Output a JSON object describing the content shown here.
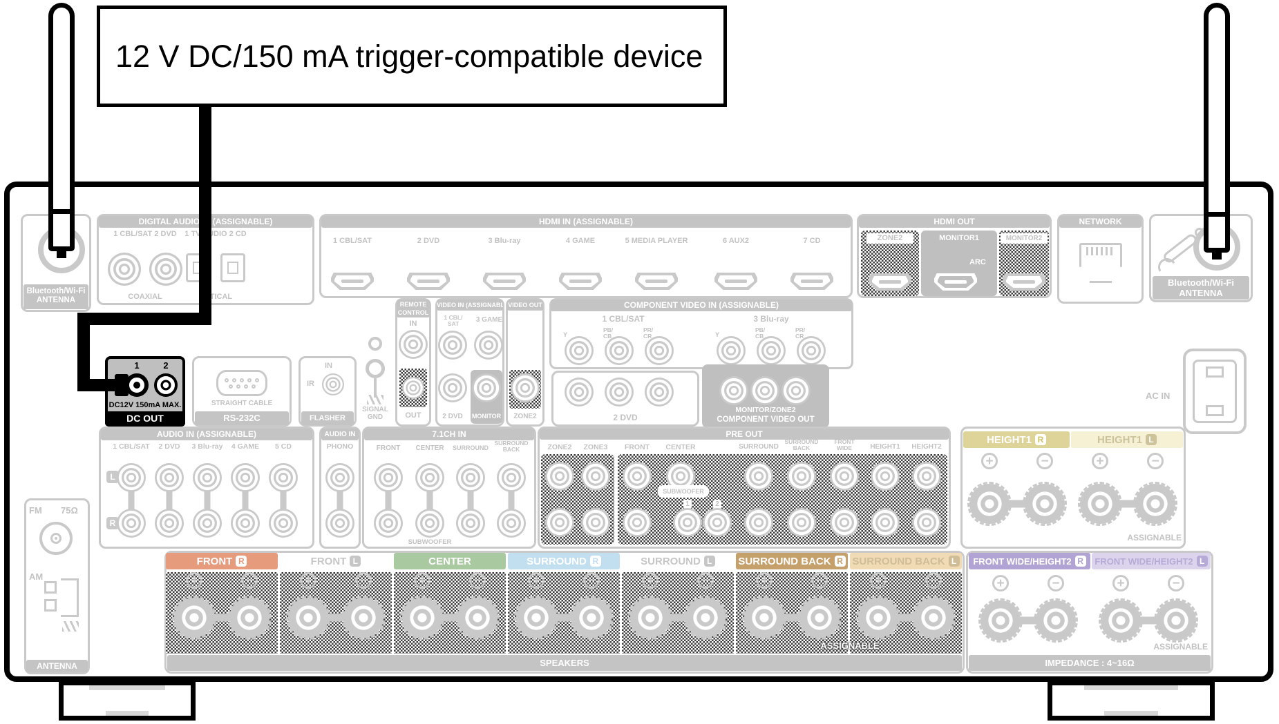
{
  "callout": {
    "label": "12 V DC/150 mA trigger-compatible device"
  },
  "sections": {
    "digital_audio_in": {
      "title": "DIGITAL AUDIO IN (ASSIGNABLE)",
      "coax_group": "1 CBL/SAT  2 DVD",
      "optical_group": "1 TV AUDIO  2 CD",
      "coaxial": "COAXIAL",
      "optical": "OPTICAL"
    },
    "hdmi_in": {
      "title": "HDMI IN (ASSIGNABLE)",
      "ports": [
        "1 CBL/SAT",
        "2 DVD",
        "3 Blu-ray",
        "4 GAME",
        "5 MEDIA PLAYER",
        "6 AUX2",
        "7 CD"
      ]
    },
    "hdmi_out": {
      "title": "HDMI OUT",
      "zone2": "ZONE2",
      "monitor1": "MONITOR1",
      "arc": "ARC",
      "monitor2": "MONITOR2"
    },
    "network": {
      "title": "NETWORK"
    },
    "bt_antenna": {
      "line1": "Bluetooth/Wi-Fi",
      "line2": "ANTENNA"
    },
    "dc_out": {
      "jack1": "1",
      "jack2": "2",
      "rating": "DC12V 150mA MAX.",
      "title": "DC OUT"
    },
    "rs232c": {
      "cable": "STRAIGHT CABLE",
      "title": "RS-232C"
    },
    "flasher": {
      "in": "IN",
      "ir": "IR",
      "title": "FLASHER"
    },
    "signal_gnd": {
      "line1": "SIGNAL",
      "line2": "GND"
    },
    "remote_control": {
      "title_line1": "REMOTE",
      "title_line2": "CONTROL",
      "in": "IN",
      "out": "OUT"
    },
    "video_in": {
      "title": "VIDEO IN (ASSIGNABLE)",
      "cbl_line1": "1 CBL/",
      "cbl_line2": "SAT",
      "game": "3 GAME",
      "dvd": "2 DVD",
      "monitor": "MONITOR"
    },
    "video_out": {
      "title": "VIDEO OUT",
      "zone2": "ZONE2"
    },
    "component_video_in": {
      "title": "COMPONENT VIDEO IN (ASSIGNABLE)",
      "group1": "1 CBL/SAT",
      "group2": "3 Blu-ray",
      "y": "Y",
      "pb1": "PB/",
      "pb2": "CB",
      "pr1": "PR/",
      "pr2": "CR",
      "dvd": "2 DVD"
    },
    "component_video_out": {
      "monitor_zone2": "MONITOR/ZONE2",
      "title": "COMPONENT VIDEO OUT"
    },
    "audio_in": {
      "title": "AUDIO IN (ASSIGNABLE)",
      "cols": [
        "1 CBL/SAT",
        "2 DVD",
        "3 Blu-ray",
        "4 GAME",
        "5 CD"
      ],
      "left": "L",
      "right": "R"
    },
    "phono": {
      "title": "AUDIO IN",
      "label": "PHONO"
    },
    "ch_71": {
      "title": "7.1CH IN",
      "front": "FRONT",
      "center": "CENTER",
      "surround": "SURROUND",
      "surround_back_line1": "SURROUND",
      "surround_back_line2": "BACK",
      "subwoofer": "SUBWOOFER"
    },
    "pre_out": {
      "title": "PRE OUT",
      "zone2": "ZONE2",
      "zone3": "ZONE3",
      "front": "FRONT",
      "center": "CENTER",
      "subwoofer": "SUBWOOFER",
      "sub_1": "1",
      "sub_2": "2",
      "surround": "SURROUND",
      "surround_back_line1": "SURROUND",
      "surround_back_line2": "BACK",
      "front_wide_line1": "FRONT",
      "front_wide_line2": "WIDE",
      "height1": "HEIGHT1",
      "height2": "HEIGHT2"
    },
    "height1_terminals": {
      "r_label": "HEIGHT1",
      "r_letter": "R",
      "l_label": "HEIGHT1",
      "l_letter": "L",
      "assignable": "ASSIGNABLE"
    },
    "fm_am": {
      "fm": "FM",
      "ohm": "75Ω",
      "am": "AM",
      "antenna": "ANTENNA"
    },
    "ac_in": {
      "label": "AC IN"
    }
  },
  "speakers": {
    "bands": [
      {
        "label": "FRONT",
        "letter": "R"
      },
      {
        "label": "FRONT",
        "letter": "L"
      },
      {
        "label": "CENTER",
        "letter": ""
      },
      {
        "label": "SURROUND",
        "letter": "R"
      },
      {
        "label": "SURROUND",
        "letter": "L"
      },
      {
        "label": "SURROUND BACK",
        "letter": "R"
      },
      {
        "label": "SURROUND BACK",
        "letter": "L"
      },
      {
        "label": "FRONT WIDE/HEIGHT2",
        "letter": "R"
      },
      {
        "label": "FRONT WIDE/HEIGHT2",
        "letter": "L"
      }
    ],
    "assignable_overlay": "ASSIGNABLE",
    "speakers_label": "SPEAKERS",
    "fwh2_assignable": "ASSIGNABLE",
    "impedance": "IMPEDANCE : 4~16Ω"
  },
  "colors": {
    "front_r_band": "#e79b7d",
    "center_band": "#a9c9a0",
    "surround_r_band": "#c2dff0",
    "surround_back_r_band": "#c6a06b",
    "surround_back_l_band": "#f0dbb4",
    "front_wide_height2_r_band": "#b1a3d3",
    "front_wide_height2_l_band": "#dcd3ec",
    "height1_r_band": "#ded398",
    "height1_l_band": "#f6f0d4",
    "highlight_gray": "#bfbfbf",
    "outline_gray": "#c9c9c9",
    "hatch_dark": "#3d3d3d"
  }
}
